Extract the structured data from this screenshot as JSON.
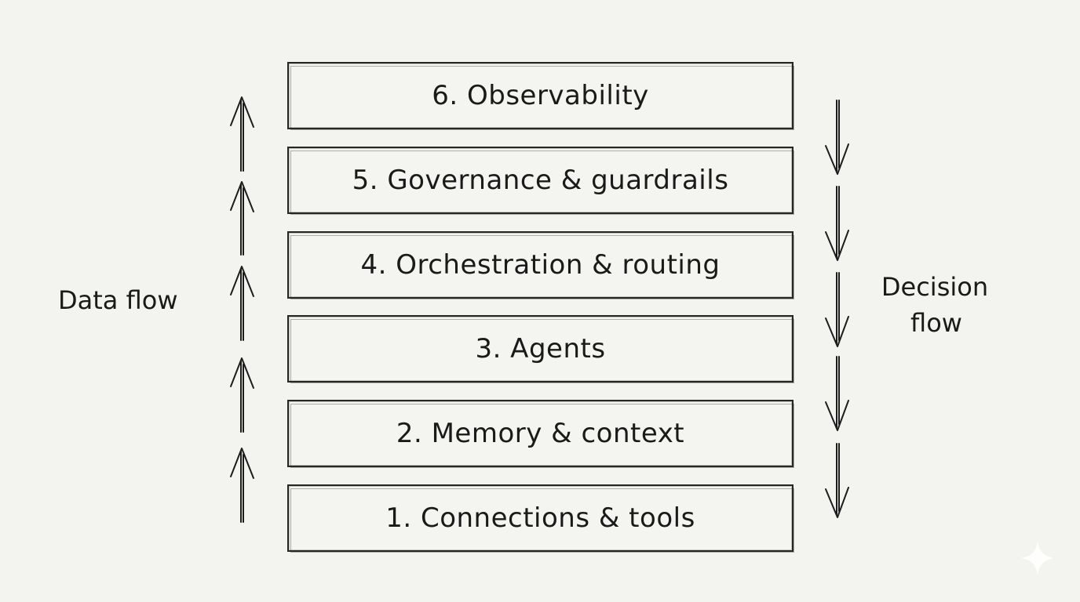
{
  "layers": [
    {
      "label": "6. Observability"
    },
    {
      "label": "5. Governance & guardrails"
    },
    {
      "label": "4. Orchestration & routing"
    },
    {
      "label": "3. Agents"
    },
    {
      "label": "2. Memory & context"
    },
    {
      "label": "1. Connections & tools"
    }
  ],
  "left_label": "Data flow",
  "right_label_line1": "Decision",
  "right_label_line2": "flow",
  "colors": {
    "background": "#f3f3ef",
    "ink": "#1c1c1c"
  },
  "icons": {
    "up_arrow": "up-arrow-icon",
    "down_arrow": "down-arrow-icon",
    "watermark": "sparkle-icon"
  }
}
